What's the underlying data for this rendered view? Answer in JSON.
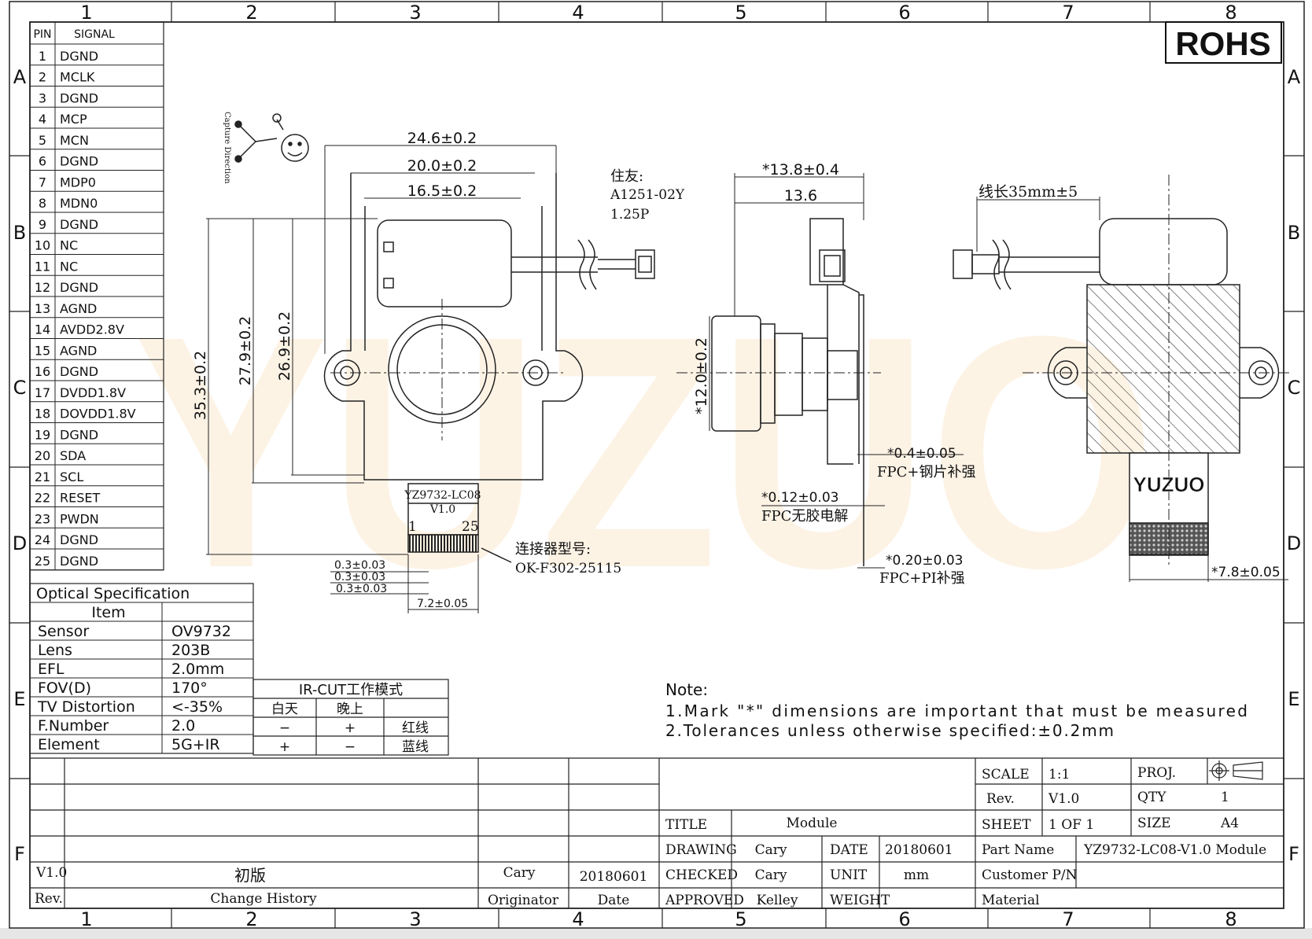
{
  "grid": {
    "cols": [
      "1",
      "2",
      "3",
      "4",
      "5",
      "6",
      "7",
      "8"
    ],
    "rows": [
      "A",
      "B",
      "C",
      "D",
      "E",
      "F"
    ]
  },
  "rohs": "ROHS",
  "watermark": "YUZUO",
  "pin_table": {
    "header_pin": "PIN",
    "header_signal": "SIGNAL",
    "rows": [
      {
        "pin": "1",
        "signal": "DGND"
      },
      {
        "pin": "2",
        "signal": "MCLK"
      },
      {
        "pin": "3",
        "signal": "DGND"
      },
      {
        "pin": "4",
        "signal": "MCP"
      },
      {
        "pin": "5",
        "signal": "MCN"
      },
      {
        "pin": "6",
        "signal": "DGND"
      },
      {
        "pin": "7",
        "signal": "MDP0"
      },
      {
        "pin": "8",
        "signal": "MDN0"
      },
      {
        "pin": "9",
        "signal": "DGND"
      },
      {
        "pin": "10",
        "signal": "NC"
      },
      {
        "pin": "11",
        "signal": "NC"
      },
      {
        "pin": "12",
        "signal": "DGND"
      },
      {
        "pin": "13",
        "signal": "AGND"
      },
      {
        "pin": "14",
        "signal": "AVDD2.8V"
      },
      {
        "pin": "15",
        "signal": "AGND"
      },
      {
        "pin": "16",
        "signal": "DGND"
      },
      {
        "pin": "17",
        "signal": "DVDD1.8V"
      },
      {
        "pin": "18",
        "signal": "DOVDD1.8V"
      },
      {
        "pin": "19",
        "signal": "DGND"
      },
      {
        "pin": "20",
        "signal": "SDA"
      },
      {
        "pin": "21",
        "signal": "SCL"
      },
      {
        "pin": "22",
        "signal": "RESET"
      },
      {
        "pin": "23",
        "signal": "PWDN"
      },
      {
        "pin": "24",
        "signal": "DGND"
      },
      {
        "pin": "25",
        "signal": "DGND"
      }
    ]
  },
  "optical": {
    "title": "Optical Specification",
    "item_header": "Item",
    "rows": [
      {
        "item": "Sensor",
        "value": "OV9732"
      },
      {
        "item": "Lens",
        "value": "203B"
      },
      {
        "item": "EFL",
        "value": "2.0mm"
      },
      {
        "item": "FOV(D)",
        "value": "170°"
      },
      {
        "item": "TV Distortion",
        "value": "<-35%"
      },
      {
        "item": "F.Number",
        "value": "2.0"
      },
      {
        "item": "Element",
        "value": "5G+IR"
      }
    ]
  },
  "ircut": {
    "title": "IR-CUT工作模式",
    "day": "白天",
    "night": "晚上",
    "row1": [
      "−",
      "+",
      "红线"
    ],
    "row2": [
      "+",
      "−",
      "蓝线"
    ]
  },
  "capture_direction": "Capture Direction",
  "front_view": {
    "dim_w1": "24.6±0.2",
    "dim_w2": "20.0±0.2",
    "dim_w3": "16.5±0.2",
    "dim_h1": "35.3±0.2",
    "dim_h2": "27.9±0.2",
    "dim_h3": "26.9±0.2",
    "connector_vendor": "住友:",
    "connector_part": "A1251-02Y",
    "connector_pitch": "1.25P",
    "board_label1": "YZ9732-LC08",
    "board_label2": "V1.0",
    "pin_first": "1",
    "pin_last": "25",
    "fpc_connector_label": "连接器型号:",
    "fpc_connector_part": "OK-F302-25115",
    "dim_p1": "0.3±0.03",
    "dim_p2": "0.3±0.03",
    "dim_p3": "0.3±0.03",
    "dim_fpc_w": "7.2±0.05"
  },
  "side_view": {
    "dim_w1": "*13.8±0.4",
    "dim_w2": "13.6",
    "dim_lens": "*12.0±0.2",
    "dim_stiff": "*0.4±0.05",
    "label_stiff": "FPC+钢片补强",
    "dim_fpc": "*0.12±0.03",
    "label_fpc": "FPC无胶电解",
    "dim_pi": "*0.20±0.03",
    "label_pi": "FPC+PI补强"
  },
  "back_view": {
    "cable_len": "线长35mm±5",
    "logo": "YUZUO",
    "dim_tail": "*7.8±0.05"
  },
  "notes": {
    "title": "Note:",
    "line1": "1.Mark \"*\" dimensions are important that must be measured",
    "line2": "2.Tolerances unless otherwise specified:±0.2mm"
  },
  "title_block": {
    "rev_label": "Rev.",
    "rev_value": "V1.0",
    "change_history": "Change History",
    "first_edition": "初版",
    "originator_label": "Originator",
    "originator": "Cary",
    "date_label": "Date",
    "date_value": "20180601",
    "title_label": "TITLE",
    "title_value": "Module",
    "drawing_label": "DRAWING",
    "drawing_value": "Cary",
    "checked_label": "CHECKED",
    "checked_value": "Cary",
    "approved_label": "APPROVED",
    "approved_value": "Kelley",
    "date2_label": "DATE",
    "date2_value": "20180601",
    "unit_label": "UNIT",
    "unit_value": "mm",
    "weight_label": "WEIGHT",
    "scale_label": "SCALE",
    "scale_value": "1:1",
    "revb_label": "Rev.",
    "revb_value": "V1.0",
    "sheet_label": "SHEET",
    "sheet_value": "1 OF 1",
    "proj_label": "PROJ.",
    "qty_label": "QTY",
    "qty_value": "1",
    "size_label": "SIZE",
    "size_value": "A4",
    "part_name_label": "Part Name",
    "part_name_value": "YZ9732-LC08-V1.0 Module",
    "customer_pn_label": "Customer P/N",
    "material_label": "Material"
  }
}
